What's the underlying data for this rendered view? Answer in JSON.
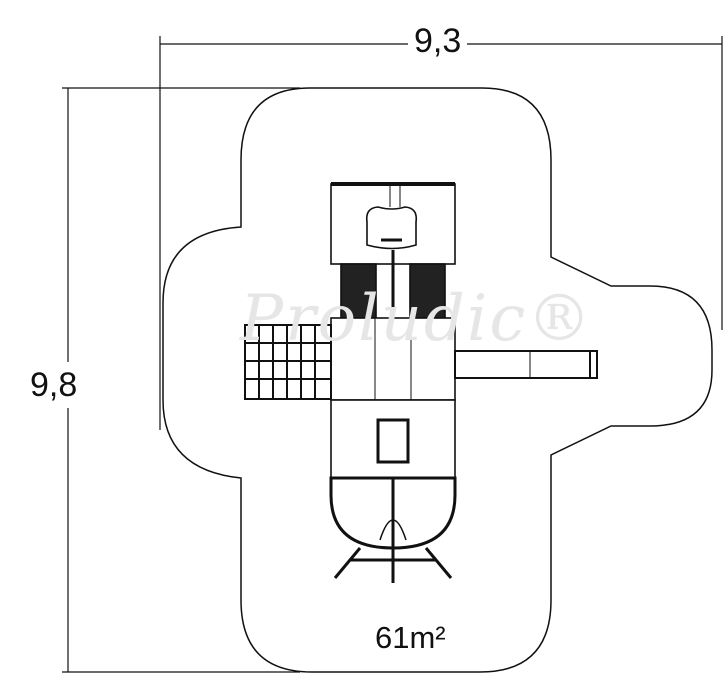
{
  "dimensions": {
    "width": "9,3",
    "depth": "9,8"
  },
  "area": "61m²",
  "watermark": "Proludic®",
  "colors": {
    "line": "#111111",
    "watermark": "#e6e6e6"
  }
}
